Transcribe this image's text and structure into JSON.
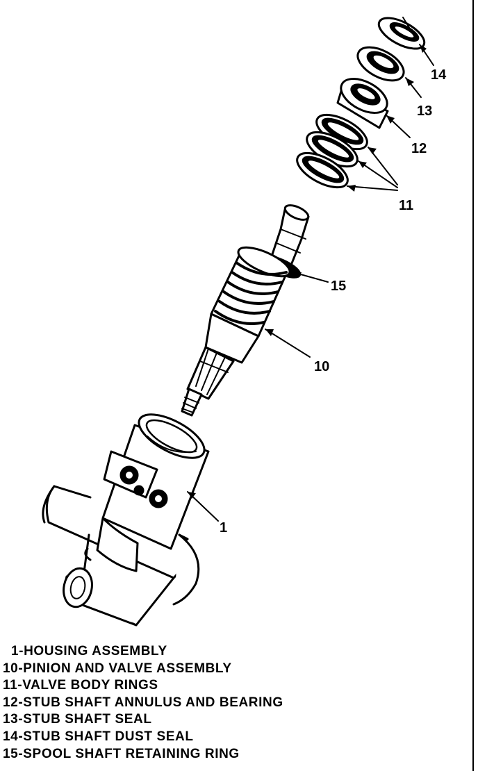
{
  "callouts": {
    "c1": "1",
    "c10": "10",
    "c11": "11",
    "c12": "12",
    "c13": "13",
    "c14": "14",
    "c15": "15"
  },
  "legend": [
    {
      "num": "1",
      "sep": "-",
      "label": "HOUSING ASSEMBLY"
    },
    {
      "num": "10",
      "sep": "-",
      "label": "PINION AND VALVE ASSEMBLY"
    },
    {
      "num": "11",
      "sep": "-",
      "label": "VALVE BODY RINGS"
    },
    {
      "num": "12",
      "sep": "-",
      "label": "STUB SHAFT ANNULUS AND BEARING"
    },
    {
      "num": "13",
      "sep": "-",
      "label": "STUB SHAFT SEAL"
    },
    {
      "num": "14",
      "sep": "-",
      "label": "STUB SHAFT DUST SEAL"
    },
    {
      "num": "15",
      "sep": "-",
      "label": "SPOOL SHAFT RETAINING RING"
    }
  ]
}
